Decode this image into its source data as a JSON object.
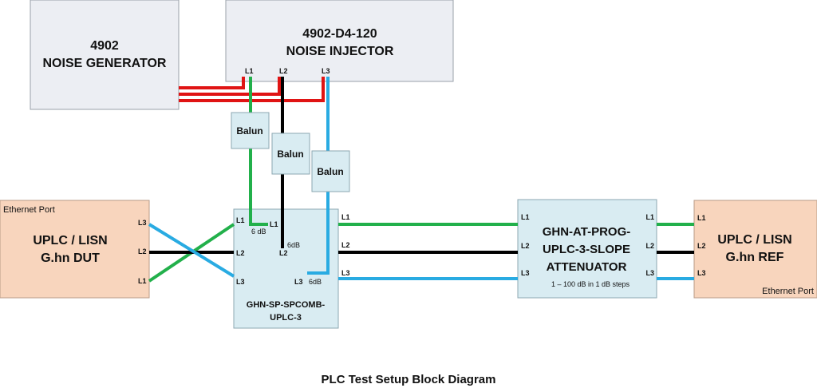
{
  "colors": {
    "box_gray": "#eceef3",
    "box_blue": "#d9ecf2",
    "box_peach": "#f8d5bd",
    "wire_red": "#e01414",
    "wire_green": "#22b04b",
    "wire_black": "#000000",
    "wire_blue": "#29abe2"
  },
  "noise_generator": {
    "line1": "4902",
    "line2": "NOISE GENERATOR"
  },
  "noise_injector": {
    "line1": "4902-D4-120",
    "line2": "NOISE INJECTOR",
    "L1": "L1",
    "L2": "L2",
    "L3": "L3"
  },
  "baluns": {
    "b1": "Balun",
    "b2": "Balun",
    "b3": "Balun"
  },
  "dut": {
    "port": "Ethernet Port",
    "line1": "UPLC / LISN",
    "line2": "G.hn DUT",
    "L3": "L3",
    "L2": "L2",
    "L1": "L1"
  },
  "combiner": {
    "line1": "GHN-SP-SPCOMB-",
    "line2": "UPLC-3",
    "in_L1": "L1",
    "in_L2": "L2",
    "in_L3": "L3",
    "top_L1": "L1",
    "top_L2": "L2",
    "top_L3": "L3",
    "db1": "6 dB",
    "db2": "6dB",
    "db3": "6dB",
    "out_L1": "L1",
    "out_L2": "L2",
    "out_L3": "L3"
  },
  "attenuator": {
    "line1": "GHN-AT-PROG-",
    "line2": "UPLC-3-SLOPE",
    "line3": "ATTENUATOR",
    "note": "1 – 100 dB in 1 dB steps",
    "in_L1": "L1",
    "in_L2": "L2",
    "in_L3": "L3",
    "out_L1": "L1",
    "out_L2": "L2",
    "out_L3": "L3"
  },
  "ref": {
    "port": "Ethernet Port",
    "line1": "UPLC / LISN",
    "line2": "G.hn REF",
    "L1": "L1",
    "L2": "L2",
    "L3": "L3"
  },
  "title": "PLC Test Setup Block Diagram"
}
